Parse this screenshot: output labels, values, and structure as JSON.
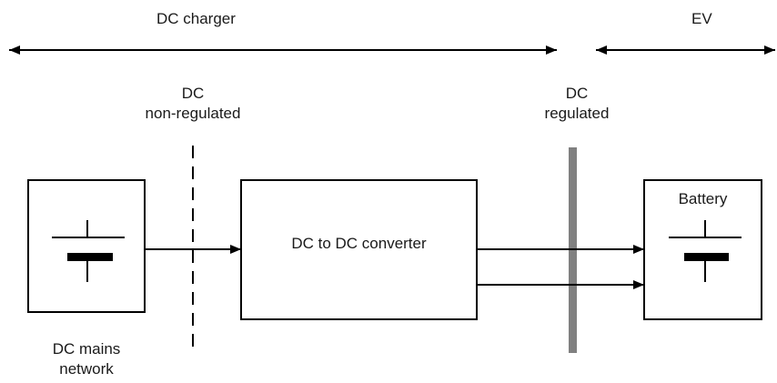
{
  "labels": {
    "dc_charger": "DC charger",
    "ev": "EV",
    "dc_non_regulated_line1": "DC",
    "dc_non_regulated_line2": "non-regulated",
    "dc_regulated_line1": "DC",
    "dc_regulated_line2": "regulated",
    "converter": "DC to DC converter",
    "battery": "Battery",
    "dc_mains_line1": "DC mains",
    "dc_mains_line2": "network"
  },
  "colors": {
    "stroke": "#000000",
    "regulated_bar": "#808080",
    "text": "#1a1a1a"
  }
}
